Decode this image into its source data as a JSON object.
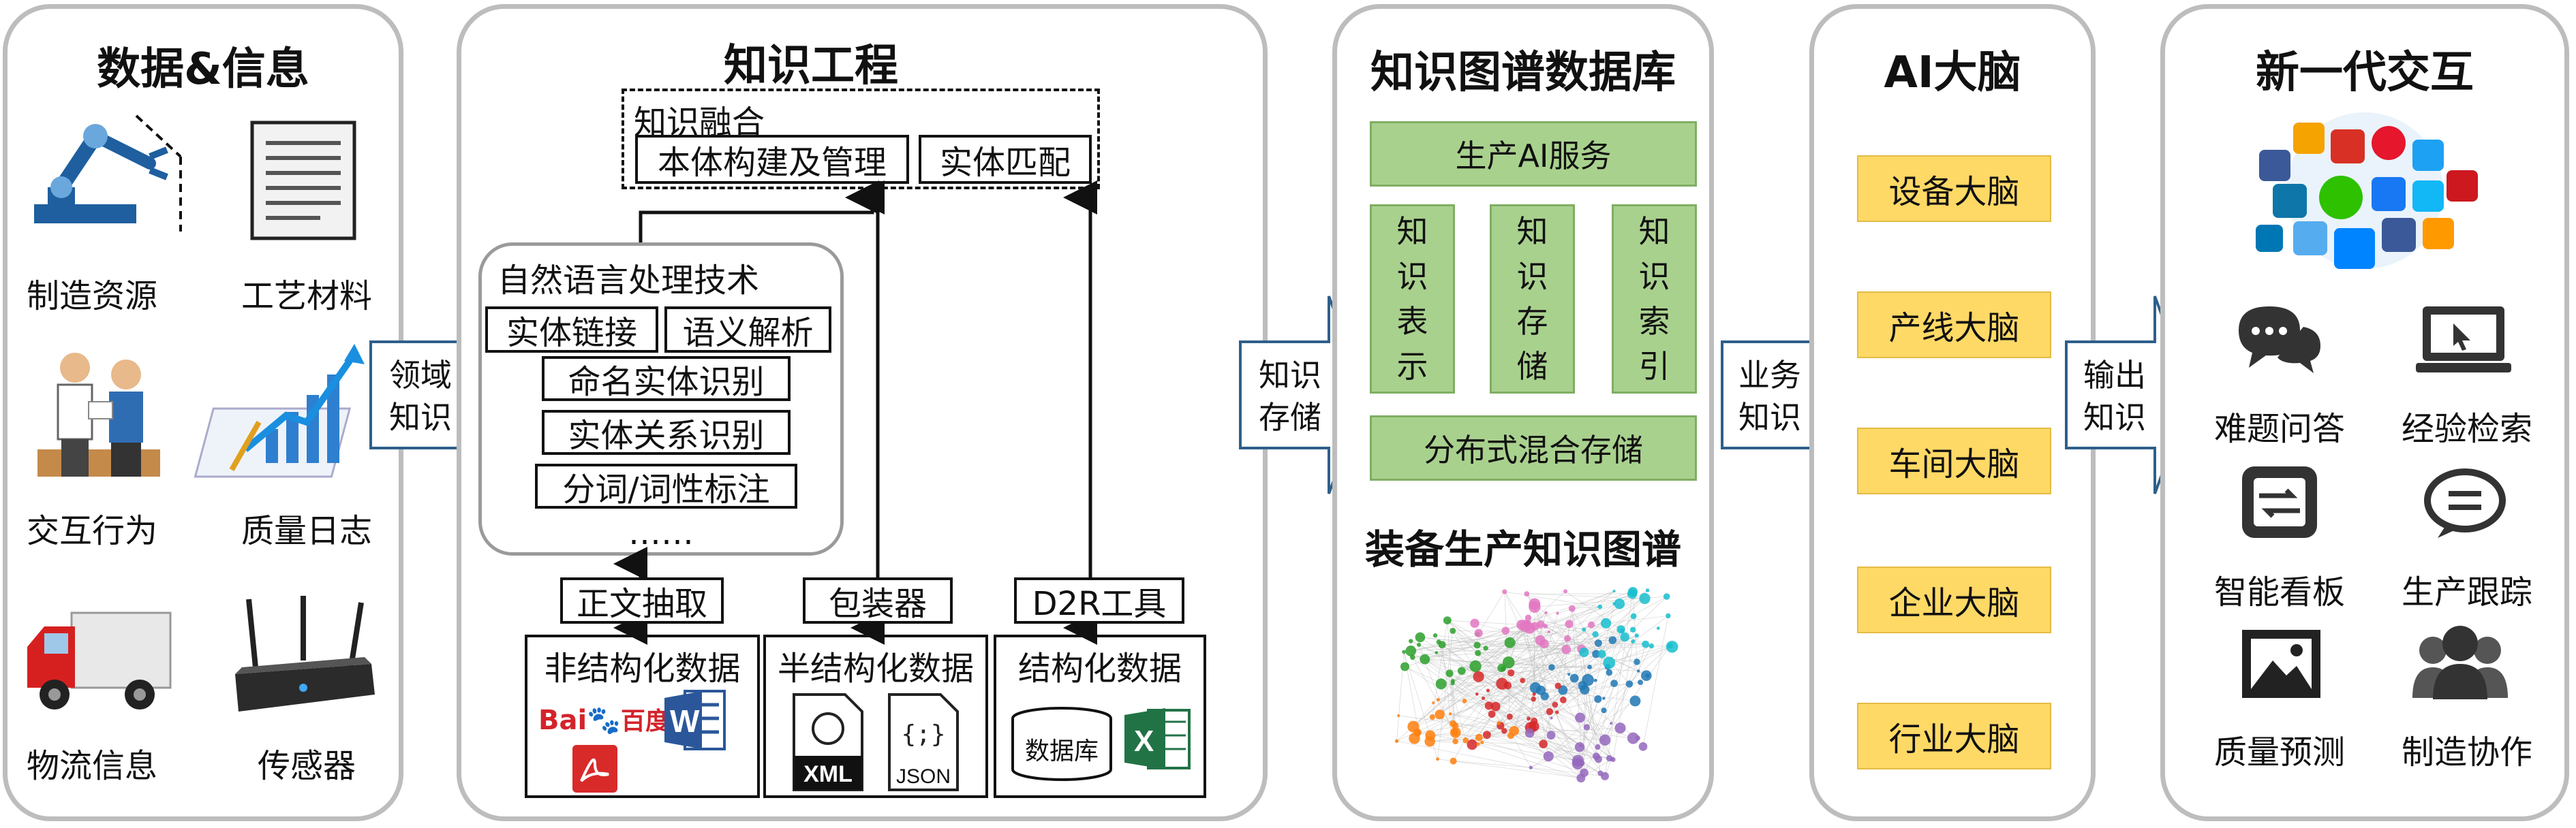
{
  "data_info": {
    "title": "数据&信息",
    "items": [
      "制造资源",
      "工艺材料",
      "交互行为",
      "质量日志",
      "物流信息",
      "传感器"
    ]
  },
  "arrow1": {
    "label_line1": "领域",
    "label_line2": "知识"
  },
  "knowledge_eng": {
    "title": "知识工程",
    "fusion": {
      "title": "知识融合",
      "items": [
        "本体构建及管理",
        "实体匹配"
      ]
    },
    "nlp": {
      "title": "自然语言处理技术",
      "row1": [
        "实体链接",
        "语义解析"
      ],
      "items": [
        "命名实体识别",
        "实体关系识别",
        "分词/词性标注"
      ],
      "ellipsis": "……"
    },
    "tools": [
      "正文抽取",
      "包装器",
      "D2R工具"
    ],
    "sources": [
      "非结构化数据",
      "半结构化数据",
      "结构化数据"
    ],
    "logos": {
      "baidu": "Bai",
      "baidu_cn": "百度",
      "word": "W",
      "xml": "XML",
      "json": "JSON",
      "db": "数据库",
      "excel": "X"
    }
  },
  "arrow2": {
    "label_line1": "知识",
    "label_line2": "存储"
  },
  "kg_db": {
    "title": "知识图谱数据库",
    "service": "生产AI服务",
    "cols": [
      "知识表示",
      "知识存储",
      "知识索引"
    ],
    "storage": "分布式混合存储",
    "graph_title": "装备生产知识图谱"
  },
  "arrow3": {
    "label_line1": "业务",
    "label_line2": "知识"
  },
  "ai_brain": {
    "title": "AI大脑",
    "items": [
      "设备大脑",
      "产线大脑",
      "车间大脑",
      "企业大脑",
      "行业大脑"
    ]
  },
  "arrow4": {
    "label_line1": "输出",
    "label_line2": "知识"
  },
  "interaction": {
    "title": "新一代交互",
    "items": [
      "难题问答",
      "经验检索",
      "智能看板",
      "生产跟踪",
      "质量预测",
      "制造协作"
    ]
  },
  "colors": {
    "panel_border": "#bdbdbd",
    "green": "#a9d18e",
    "gold": "#ffd966",
    "arrow_fill": "#ffffff",
    "arrow_stroke": "#2e5f8a"
  }
}
